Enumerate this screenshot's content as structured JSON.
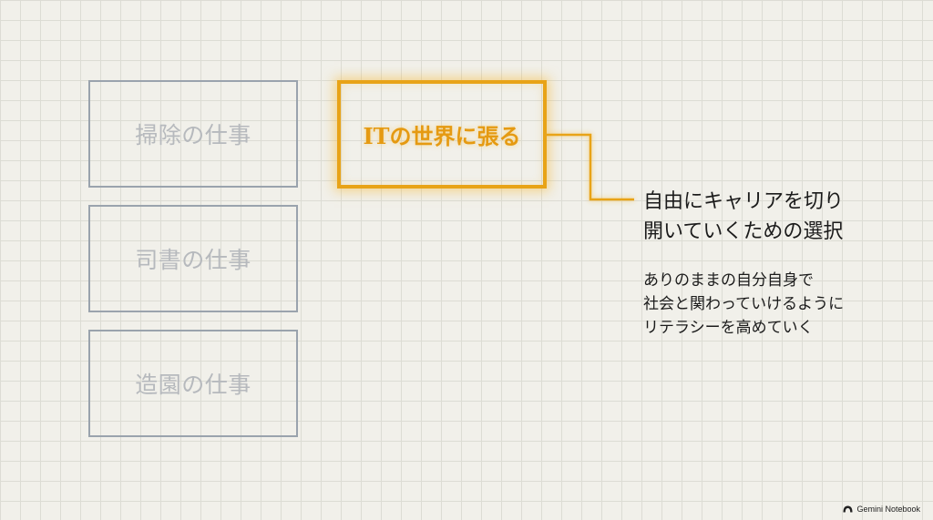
{
  "job_boxes": [
    {
      "label": "掃除の仕事"
    },
    {
      "label": "司書の仕事"
    },
    {
      "label": "造園の仕事"
    }
  ],
  "highlight": {
    "label": "ITの世界に張る",
    "color": "#e8a317"
  },
  "heading": {
    "line1": "自由にキャリアを切り",
    "line2": "開いていくための選択"
  },
  "body": {
    "line1": "ありのままの自分自身で",
    "line2": "社会と関わっていけるように",
    "line3": "リテラシーを高めていく"
  },
  "watermark": {
    "text": "Gemini Notebook",
    "icon": "gemini-notebook-logo-icon"
  }
}
